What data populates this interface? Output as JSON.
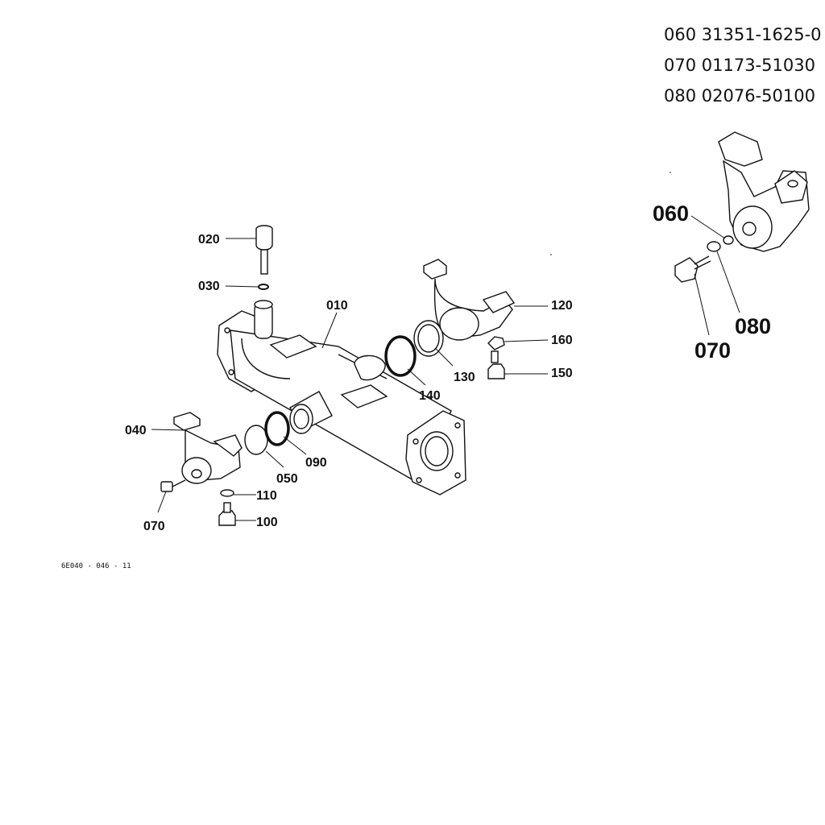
{
  "reference_list": [
    "060 31351-1625-0",
    "070 01173-51030",
    "080 02076-50100"
  ],
  "main_callouts": {
    "p010": "010",
    "p020": "020",
    "p030": "030",
    "p040": "040",
    "p050": "050",
    "p070": "070",
    "p090": "090",
    "p100": "100",
    "p110": "110",
    "p120": "120",
    "p130": "130",
    "p140": "140",
    "p150": "150",
    "p160": "160"
  },
  "detail_callouts": {
    "p060": "060",
    "p070": "070",
    "p080": "080"
  },
  "drawing_code": "6E040 - 046 - 11"
}
